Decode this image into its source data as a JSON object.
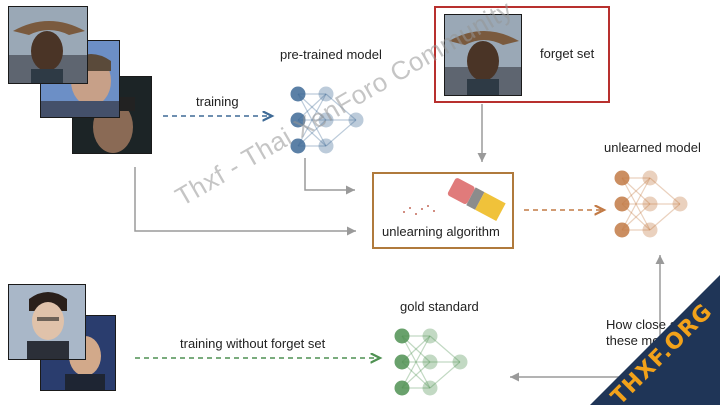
{
  "labels": {
    "pretrained_model": "pre-trained model",
    "training": "training",
    "forget_set": "forget set",
    "unlearned_model": "unlearned model",
    "unlearning_algorithm": "unlearning algorithm",
    "gold_standard": "gold standard",
    "training_without_forget_set": "training without forget set",
    "how_close_line1": "How close are",
    "how_close_line2": "these models?"
  },
  "watermark": "Thxf - Thai XenForo Community",
  "badge": "THXF.ORG",
  "colors": {
    "blue": "#3e6a96",
    "orange": "#c27a45",
    "green": "#4f9152",
    "gray_arrow": "#9a9a9a",
    "forget_border": "#b8302e",
    "algo_border": "#b07a3c"
  }
}
